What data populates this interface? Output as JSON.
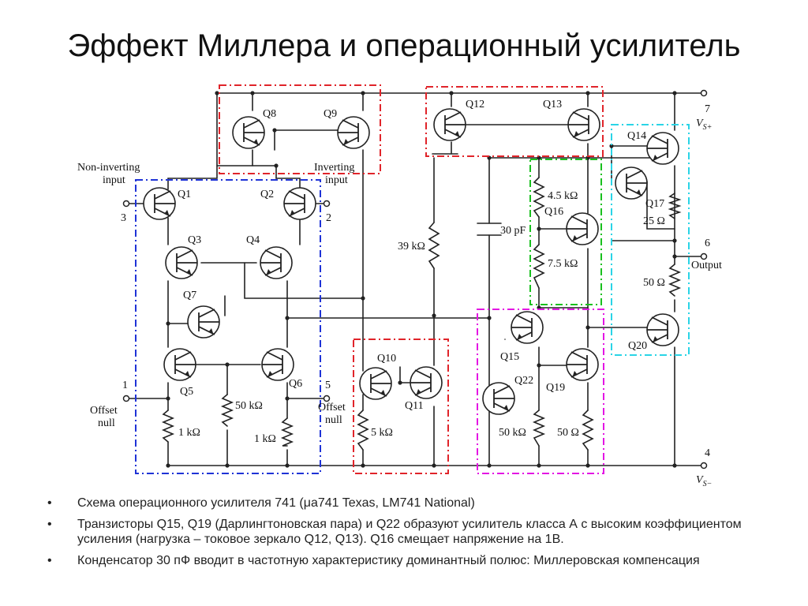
{
  "slide": {
    "title": "Эффект Миллера и операционный усилитель"
  },
  "schematic": {
    "colors": {
      "wire": "#222222",
      "red_box": "#e0242a",
      "blue_box": "#1f33d6",
      "green_box": "#19c01f",
      "magenta_box": "#e316e3",
      "cyan_box": "#2ad4e6"
    },
    "transistors": [
      "Q1",
      "Q2",
      "Q3",
      "Q4",
      "Q5",
      "Q6",
      "Q7",
      "Q8",
      "Q9",
      "Q10",
      "Q11",
      "Q12",
      "Q13",
      "Q14",
      "Q15",
      "Q16",
      "Q17",
      "Q19",
      "Q20",
      "Q22"
    ],
    "pins": {
      "noninv_line1": "Non-inverting",
      "noninv_line2": "input",
      "noninv_num": "3",
      "inv_line1": "Inverting",
      "inv_line2": "input",
      "inv_num": "2",
      "offset1_num": "1",
      "offset1_line1": "Offset",
      "offset1_line2": "null",
      "offset5_num": "5",
      "offset5_line1": "Offset",
      "offset5_line2": "null",
      "vs_plus_num": "7",
      "vs_plus": "V",
      "vs_plus_sub": "S+",
      "output_num": "6",
      "output": "Output",
      "vs_minus_num": "4",
      "vs_minus": "V",
      "vs_minus_sub": "S−"
    },
    "components": {
      "r_1k_left": "1 kΩ",
      "r_50k": "50 kΩ",
      "r_1k_right": "1 kΩ",
      "r_5k": "5 kΩ",
      "r_39k": "39 kΩ",
      "cap_30pf": "30 pF",
      "r_4_5k": "4.5 kΩ",
      "r_7_5k": "7.5 kΩ",
      "r_50k_q22": "50 kΩ",
      "r_50_q19": "50 Ω",
      "r_25": "25 Ω",
      "r_50_out": "50 Ω"
    }
  },
  "notes": [
    "Схема операционного усилителя 741 (μa741 Texas, LM741 National)",
    "Транзисторы Q15, Q19 (Дарлингтоновская пара) и Q22 образуют усилитель класса А с высоким коэффициентом усиления (нагрузка – токовое зеркало Q12, Q13).  Q16 смещает напряжение на 1В.",
    "Конденсатор 30 пФ вводит в частотную характеристику доминантный полюс: Миллеровская компенсация"
  ]
}
